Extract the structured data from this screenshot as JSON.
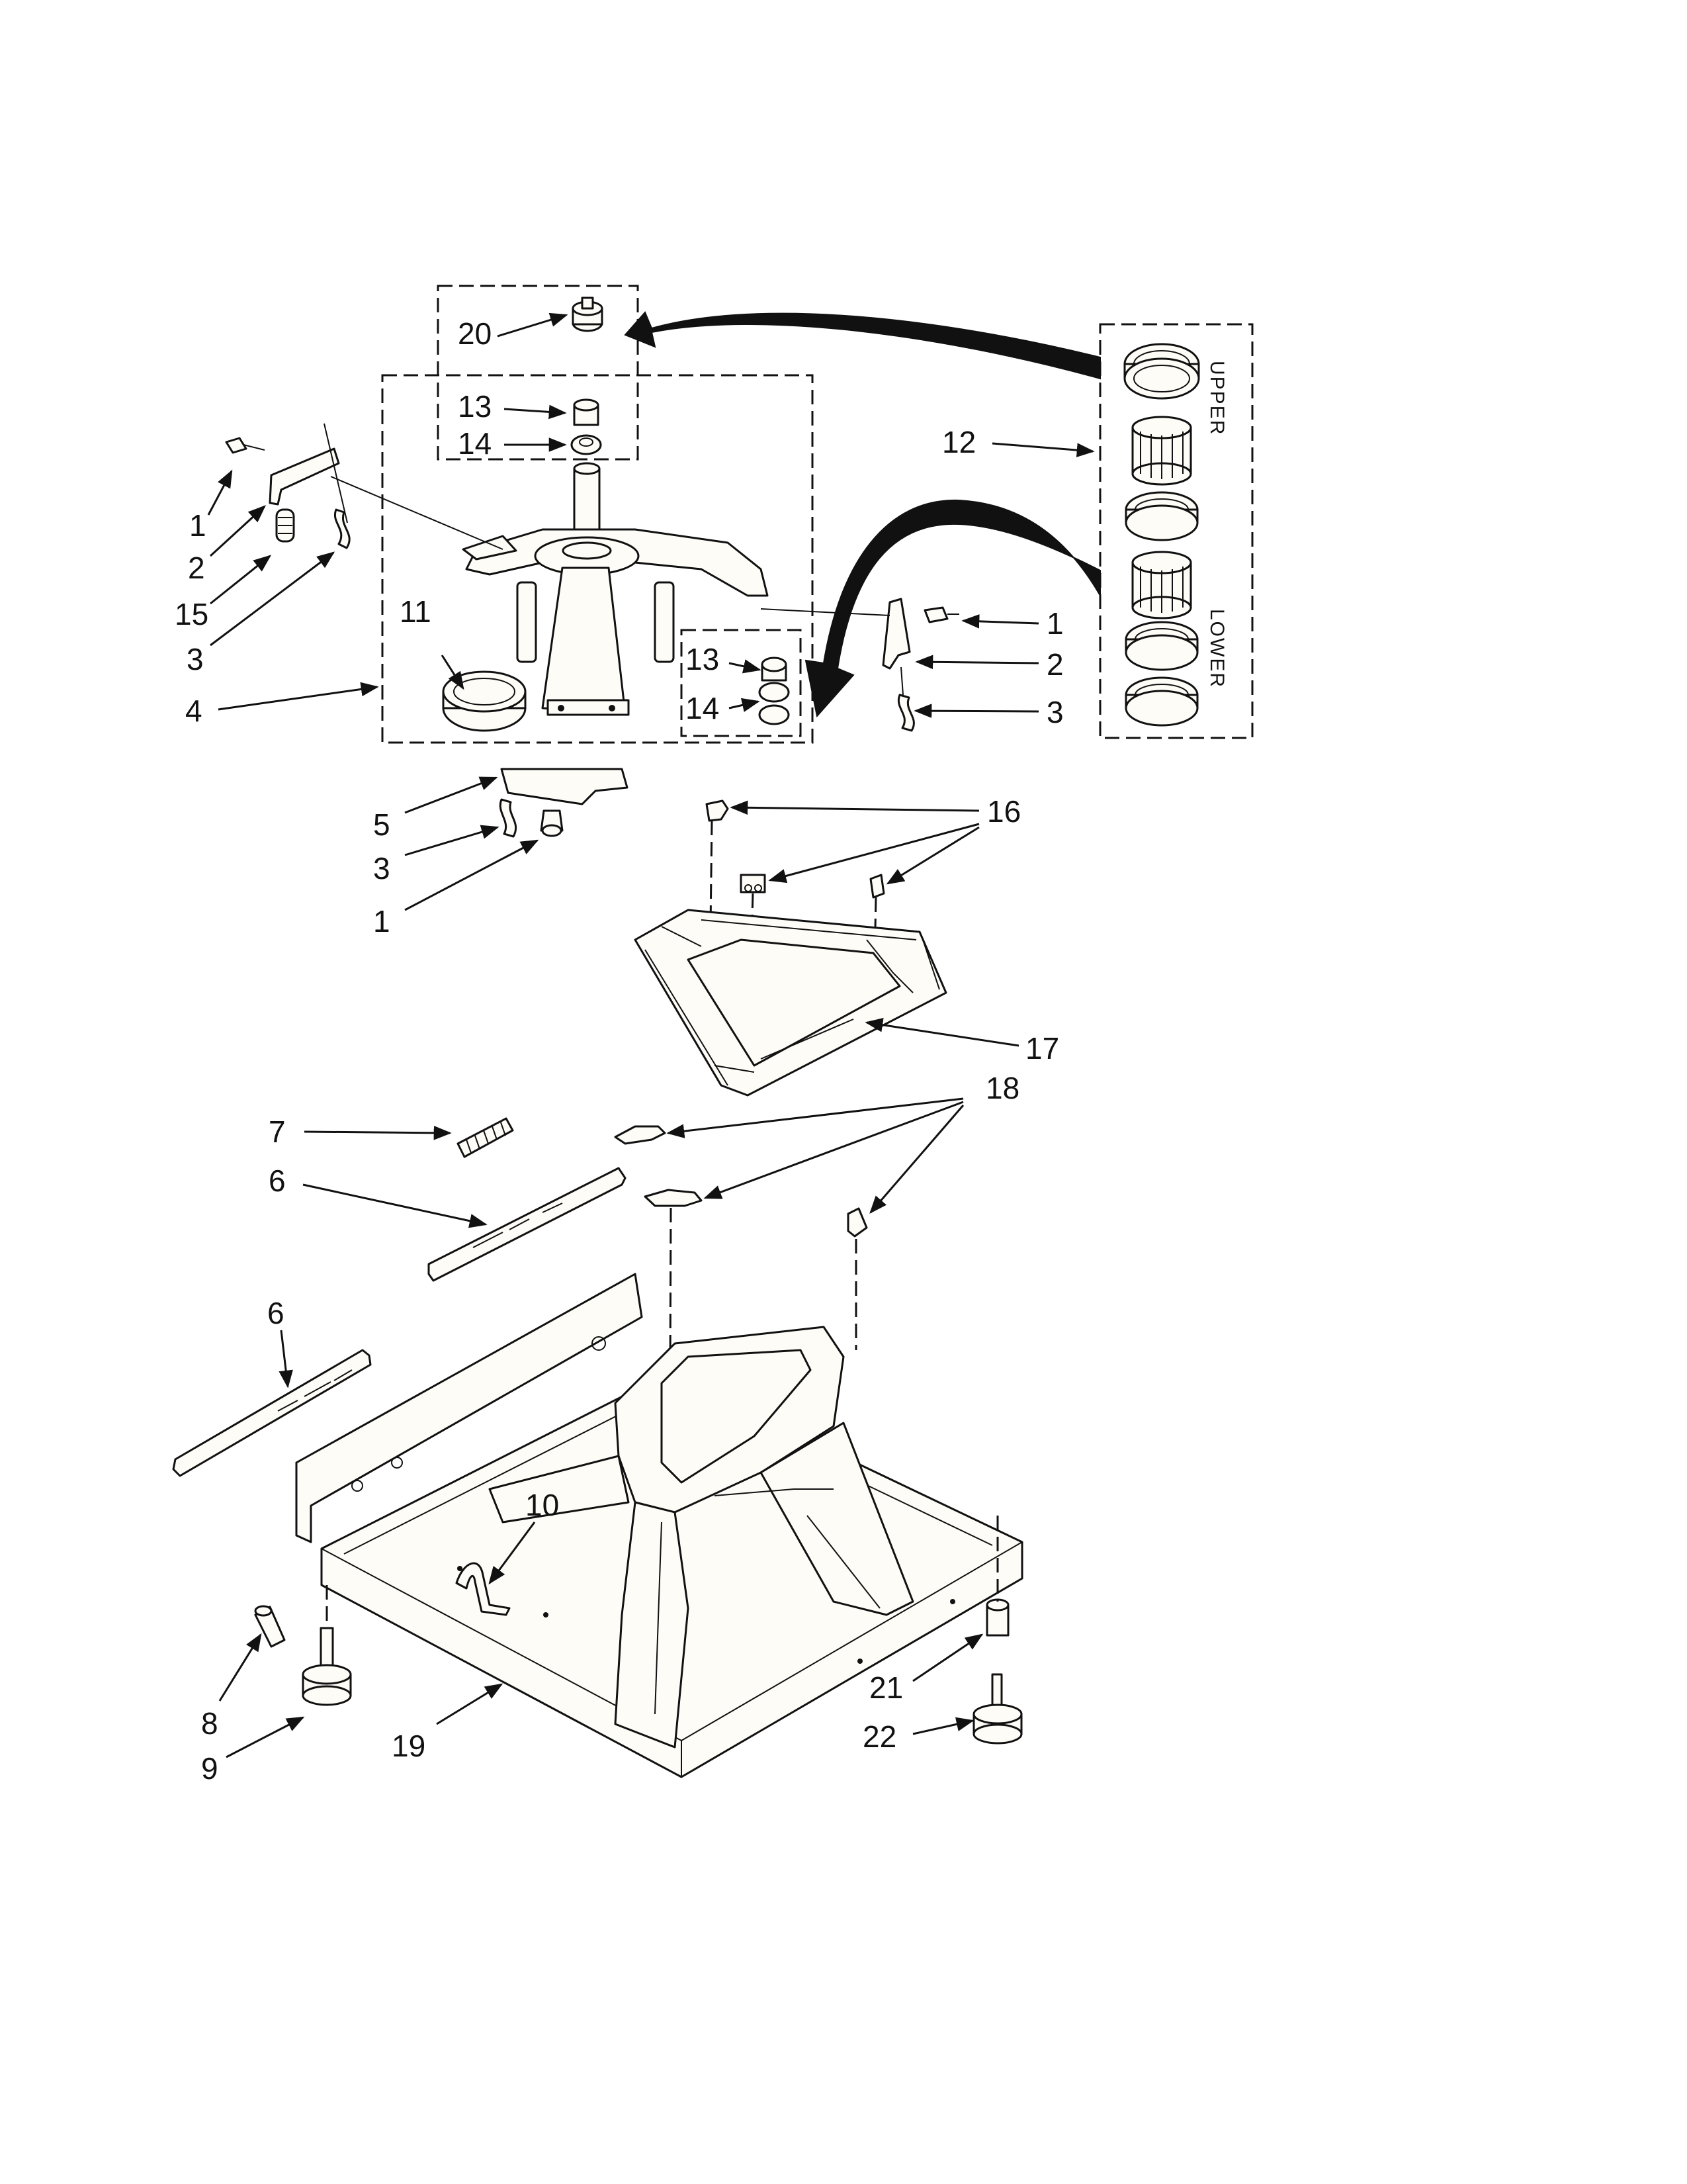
{
  "diagram": {
    "callouts": [
      "1",
      "2",
      "3",
      "4",
      "5",
      "6",
      "7",
      "8",
      "9",
      "10",
      "11",
      "12",
      "13",
      "14",
      "15",
      "16",
      "17",
      "18",
      "19",
      "20",
      "21",
      "22"
    ],
    "bearing_kit": {
      "upper_label": "UPPER",
      "lower_label": "LOWER"
    }
  }
}
